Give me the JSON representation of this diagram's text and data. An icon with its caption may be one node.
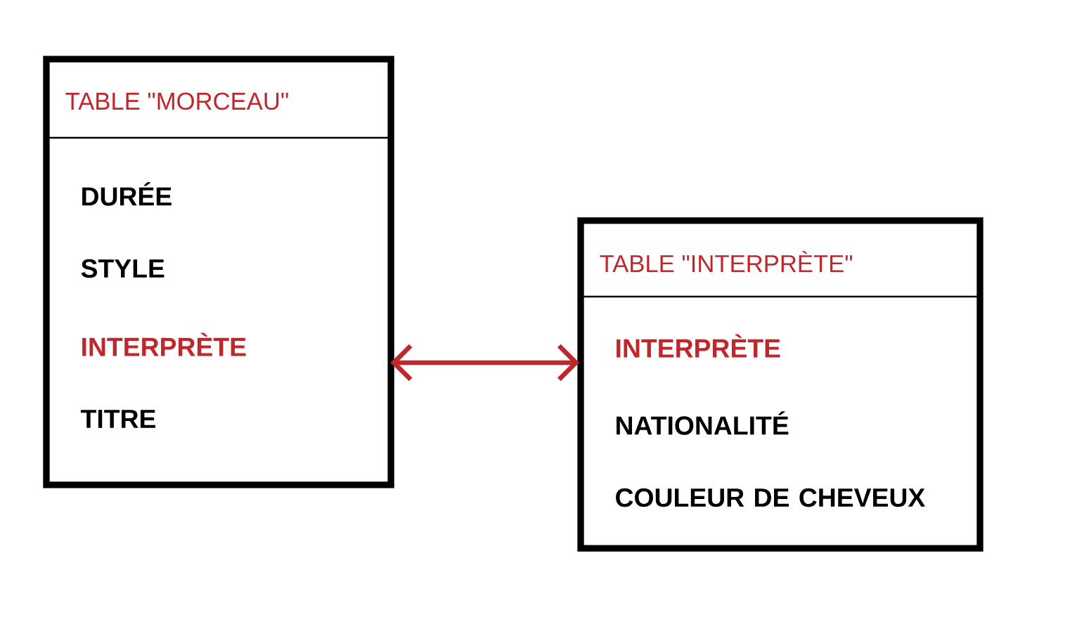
{
  "diagram": {
    "nodes": [
      {
        "text": [
          "TABLE \"MORCEAU\""
        ]
      },
      {
        "text": [
          "DURÉE"
        ],
        "in": 0
      },
      {
        "text": [
          "STYLE"
        ],
        "in": 0
      },
      {
        "text": [
          "INTERPRÈTE"
        ],
        "in": 0
      },
      {
        "text": [
          "TITRE"
        ],
        "in": 0
      },
      {
        "text": [
          "TABLE \"INTERPRÈTE\""
        ]
      },
      {
        "text": [
          "INTERPRÈTE"
        ],
        "in": 5
      },
      {
        "text": [
          "NATIONALITÉ"
        ],
        "in": 5
      },
      {
        "text": [
          "COULEUR DE CHEVEUX"
        ],
        "in": 5
      }
    ],
    "edges": [
      {
        "from": 0,
        "to": 5,
        "arrow": "both",
        "color": "#c0272d"
      }
    ]
  }
}
